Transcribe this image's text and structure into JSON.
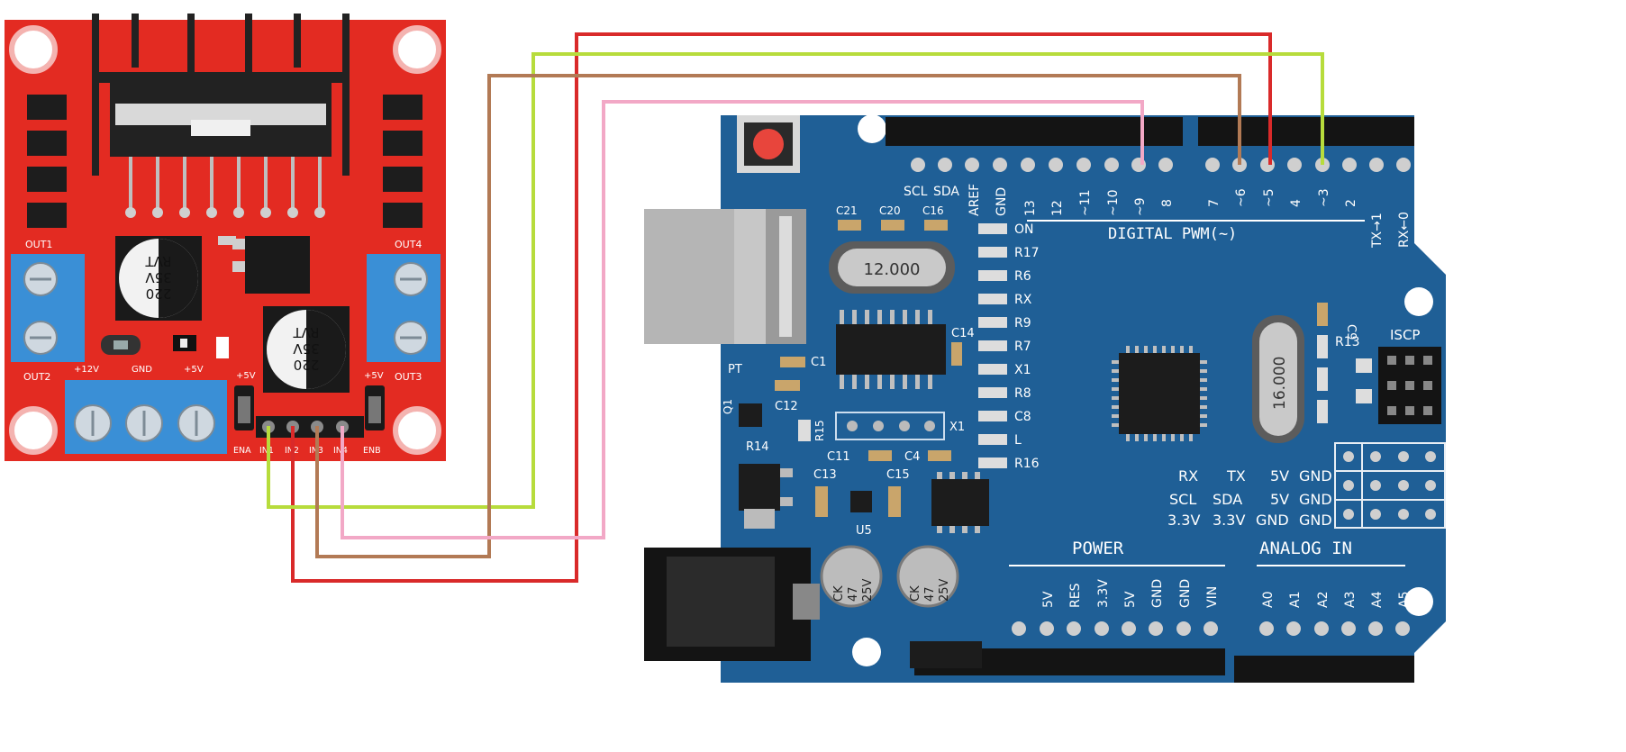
{
  "colors": {
    "l298n_board": "#e32b22",
    "arduino_board": "#1f5f96",
    "terminal_block": "#3a8fd6",
    "wire_red": "#d92a2a",
    "wire_green": "#b7dc3c",
    "wire_brown": "#b27a55",
    "wire_pink": "#f2a8c6"
  },
  "l298n": {
    "out1": "OUT1",
    "out2": "OUT2",
    "out3": "OUT3",
    "out4": "OUT4",
    "plus12v": "+12V",
    "gnd": "GND",
    "plus5v": "+5V",
    "jumper_5v_left": "+5V",
    "jumper_5v_right": "+5V",
    "ena": "ENA",
    "in1": "IN1",
    "in2": "IN2",
    "in3": "IN3",
    "in4": "IN4",
    "enb": "ENB",
    "cap_left": [
      "220",
      "35V",
      "RVT"
    ],
    "cap_right": [
      "220",
      "35V",
      "RVT"
    ]
  },
  "arduino": {
    "crystal": "12.000",
    "crystal2": "16.000",
    "digital_label": "DIGITAL PWM(~)",
    "tx_label": "TX→1",
    "rx_label": "RX←0",
    "digital_pins": [
      "SCL",
      "SDA",
      "AREF",
      "GND",
      "13",
      "12",
      "~11",
      "~10",
      "~9",
      "8",
      "7",
      "~6",
      "~5",
      "4",
      "~3",
      "2"
    ],
    "power_label": "POWER",
    "analog_label": "ANALOG IN",
    "power_pins": [
      "5V",
      "RES",
      "3.3V",
      "5V",
      "GND",
      "GND",
      "VIN"
    ],
    "analog_pins": [
      "A0",
      "A1",
      "A2",
      "A3",
      "A4",
      "A5"
    ],
    "leds": [
      "ON",
      "R17",
      "R6",
      "RX",
      "R9",
      "R7",
      "X1",
      "R8",
      "C8",
      "L",
      "R16"
    ],
    "parts": {
      "c21": "C21",
      "c20": "C20",
      "c16": "C16",
      "c14": "C14",
      "c1": "C1",
      "c12": "C12",
      "pt": "PT",
      "q1": "Q1",
      "r14": "R14",
      "r15": "R15",
      "x1": "X1",
      "c11": "C11",
      "c4": "C4",
      "c13": "C13",
      "c15": "C15",
      "u5": "U5",
      "r13": "R13",
      "c9": "C9",
      "iscp": "ISCP"
    },
    "header_rows": [
      [
        "RX",
        "TX",
        "5V",
        "GND"
      ],
      [
        "SCL",
        "SDA",
        "5V",
        "GND"
      ],
      [
        "3.3V",
        "3.3V",
        "GND",
        "GND"
      ]
    ],
    "elcap_left": [
      "CK",
      "47",
      "25V"
    ],
    "elcap_right": [
      "CK",
      "47",
      "25V"
    ]
  }
}
